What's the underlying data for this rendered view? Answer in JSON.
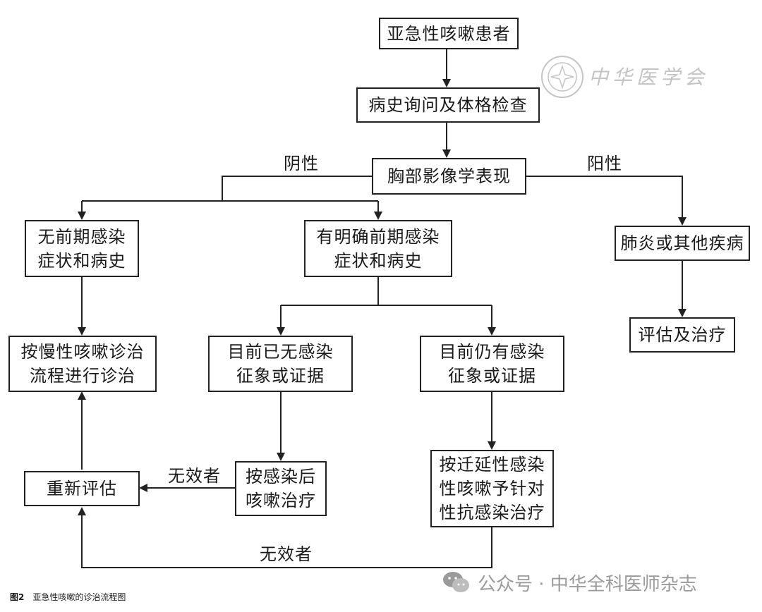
{
  "nodes": {
    "start": "亚急性咳嗽患者",
    "history": "病史询问及体格检查",
    "imaging": "胸部影像学表现",
    "no_infection": [
      "无前期感染",
      "症状和病史"
    ],
    "has_infection": [
      "有明确前期感染",
      "症状和病史"
    ],
    "pneumonia": "肺炎或其他疾病",
    "assess_treat": "评估及治疗",
    "chronic_protocol": [
      "按慢性咳嗽诊治",
      "流程进行诊治"
    ],
    "no_current_signs": [
      "目前已无感染",
      "征象或证据"
    ],
    "current_signs": [
      "目前仍有感染",
      "征象或证据"
    ],
    "post_infection_tx": [
      "按感染后",
      "咳嗽治疗"
    ],
    "prolonged_tx": [
      "按迁延性感染",
      "性咳嗽予针对",
      "性抗感染治疗"
    ],
    "reassess": "重新评估"
  },
  "edge_labels": {
    "negative": "阴性",
    "positive": "阳性",
    "ineffective_1": "无效者",
    "ineffective_2": "无效者"
  },
  "caption": {
    "number": "图2",
    "title": "亚急性咳嗽的诊治流程图"
  },
  "watermark": {
    "text": "公众号 · 中华全科医师杂志"
  },
  "seal": {
    "text": "中华医学会"
  },
  "colors": {
    "line": "#222222",
    "watermark": "#9a9a9a",
    "seal": "#c4c4c4"
  }
}
